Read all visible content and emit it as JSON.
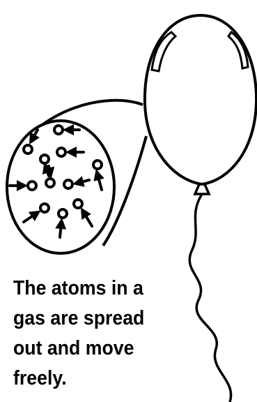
{
  "caption": {
    "lines": [
      "The atoms in a",
      "gas are spread",
      "out and move",
      "freely."
    ]
  },
  "illustration": {
    "subject": "balloon-icon",
    "magnifier": "magnified-gas-particles",
    "particle_icon": "gas-atom-with-motion-arrow",
    "stroke_color": "#000000",
    "fill_color": "#ffffff"
  }
}
